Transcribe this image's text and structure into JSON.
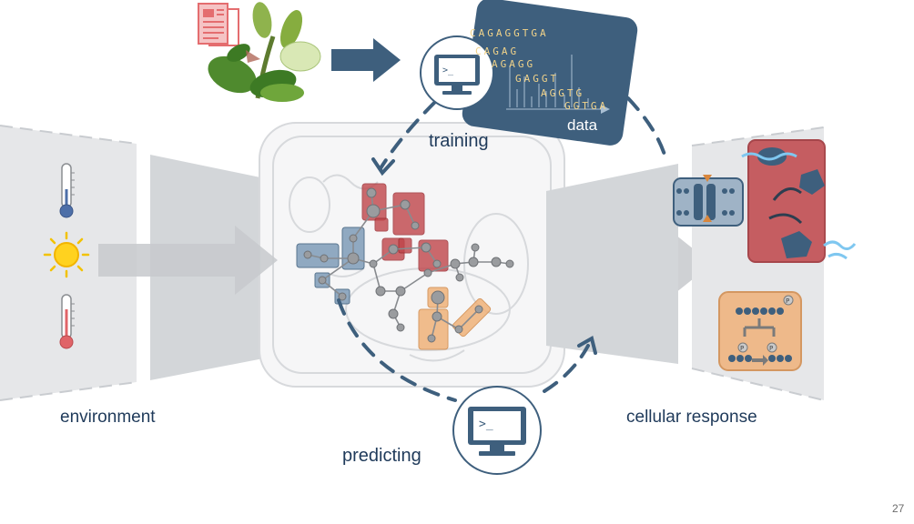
{
  "labels": {
    "training": "training",
    "data": "data",
    "environment": "environment",
    "predicting": "predicting",
    "cellular_response": "cellular response",
    "slide_number": "27"
  },
  "sequences": [
    "CAGAGGTGA",
    "CAGAG",
    "AGAGG",
    "GAGGT",
    "AGGTG",
    "GGTGA"
  ],
  "icons": {
    "paper": "document-icon",
    "plant": "plant-icon",
    "computer": "computer-terminal-icon",
    "thermometer_cold": "thermometer-cold-icon",
    "sun": "sun-icon",
    "thermometer_hot": "thermometer-hot-icon",
    "channel": "membrane-channel-icon",
    "protein_complex": "protein-complex-icon",
    "phosphorylation": "phosphorylation-icon"
  },
  "colors": {
    "dark_blue": "#3e5f7d",
    "red_module": "#c0454a",
    "blue_module": "#7f9cb8",
    "orange_module": "#f0b27a",
    "text_blue": "#1f3a5a",
    "seq_text": "#f1d38a"
  }
}
